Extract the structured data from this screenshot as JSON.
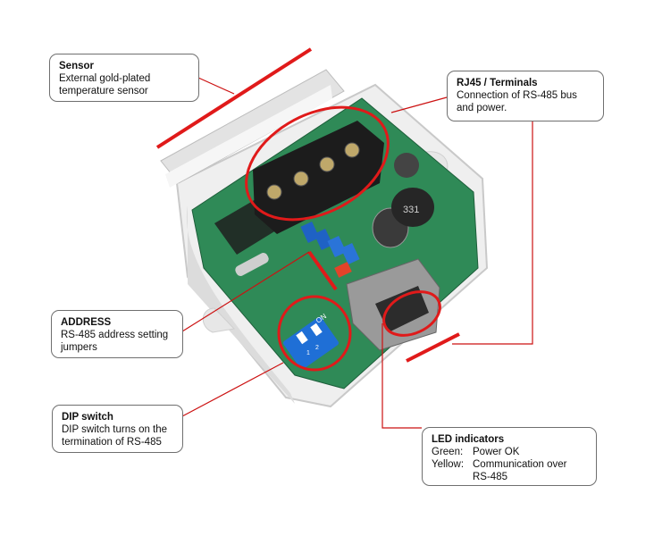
{
  "callouts": {
    "sensor": {
      "title": "Sensor",
      "lines": [
        "External gold-plated",
        "temperature sensor"
      ]
    },
    "rj45": {
      "title": "RJ45 / Terminals",
      "lines": [
        "Connection of RS-485 bus",
        "and power."
      ]
    },
    "address": {
      "title": "ADDRESS",
      "lines": [
        "RS-485 address setting",
        "jumpers"
      ]
    },
    "dip": {
      "title": "DIP switch",
      "lines": [
        "DIP switch turns on the",
        "termination of RS-485"
      ]
    },
    "led": {
      "title": "LED indicators",
      "rows": [
        {
          "label": "Green:",
          "value": "Power OK"
        },
        {
          "label": "Yellow:",
          "value": "Communication over"
        },
        {
          "label": "",
          "value": "RS-485"
        }
      ]
    }
  },
  "board": {
    "dip_marks": {
      "on": "ON",
      "pos1": "1",
      "pos2": "2"
    },
    "inductor_mark": "331"
  },
  "colors": {
    "highlight": "#e01a1a",
    "pcb": "#2f8a57",
    "enclosure": "#eeeeee",
    "terminal": "#1c1c1c",
    "dip": "#1f6fd6",
    "callout_border": "#6f6f6f"
  }
}
